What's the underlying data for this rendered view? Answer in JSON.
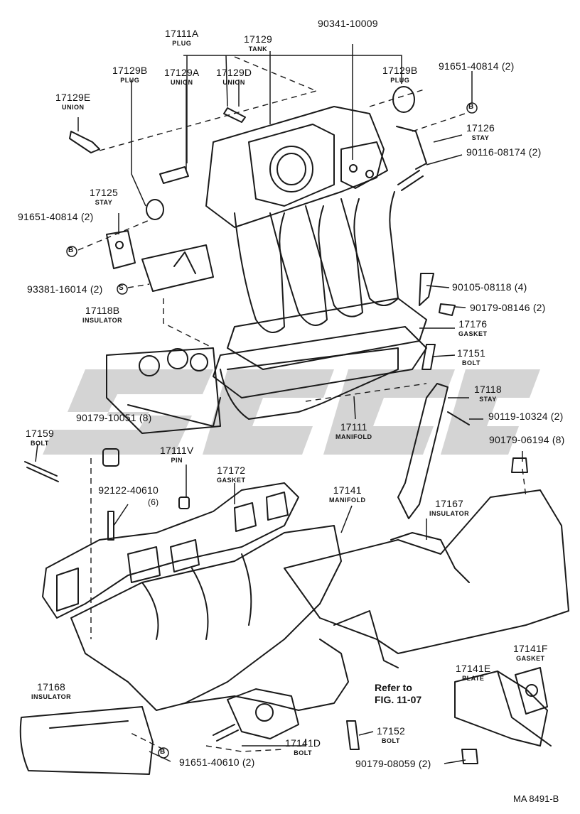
{
  "parts": {
    "p17111A": {
      "num": "17111A",
      "desc": "PLUG"
    },
    "p17129": {
      "num": "17129",
      "desc": "TANK"
    },
    "p90341": {
      "num": "90341-10009"
    },
    "p17129B_l": {
      "num": "17129B",
      "desc": "PLUG"
    },
    "p17129A": {
      "num": "17129A",
      "desc": "UNION"
    },
    "p17129D": {
      "num": "17129D",
      "desc": "UNION"
    },
    "p17129B_r": {
      "num": "17129B",
      "desc": "PLUG"
    },
    "p91651_top": {
      "num": "91651-40814 (2)"
    },
    "p17129E": {
      "num": "17129E",
      "desc": "UNION"
    },
    "p17126": {
      "num": "17126",
      "desc": "STAY"
    },
    "p90116": {
      "num": "90116-08174 (2)"
    },
    "p17125": {
      "num": "17125",
      "desc": "STAY"
    },
    "p91651_left": {
      "num": "91651-40814 (2)"
    },
    "p93381": {
      "num": "93381-16014 (2)"
    },
    "p17118B": {
      "num": "17118B",
      "desc": "INSULATOR"
    },
    "p90105": {
      "num": "90105-08118 (4)"
    },
    "p90179_08146": {
      "num": "90179-08146 (2)"
    },
    "p17176": {
      "num": "17176",
      "desc": "GASKET"
    },
    "p17151": {
      "num": "17151",
      "desc": "BOLT"
    },
    "p17118": {
      "num": "17118",
      "desc": "STAY"
    },
    "p90119": {
      "num": "90119-10324 (2)"
    },
    "p17111": {
      "num": "17111",
      "desc": "MANIFOLD"
    },
    "p90179_10051": {
      "num": "90179-10051 (8)"
    },
    "p17159": {
      "num": "17159",
      "desc": "BOLT"
    },
    "p90179_06194": {
      "num": "90179-06194 (8)"
    },
    "p17111V": {
      "num": "17111V",
      "desc": "PIN"
    },
    "p17172": {
      "num": "17172",
      "desc": "GASKET"
    },
    "p92122": {
      "num": "92122-40610",
      "qty": "(6)"
    },
    "p17141": {
      "num": "17141",
      "desc": "MANIFOLD"
    },
    "p17167": {
      "num": "17167",
      "desc": "INSULATOR"
    },
    "p17141F": {
      "num": "17141F",
      "desc": "GASKET"
    },
    "p17141E": {
      "num": "17141E",
      "desc": "PLATE"
    },
    "p17168": {
      "num": "17168",
      "desc": "INSULATOR"
    },
    "p17152": {
      "num": "17152",
      "desc": "BOLT"
    },
    "p17141D": {
      "num": "17141D",
      "desc": "BOLT"
    },
    "p91651_bot": {
      "num": "91651-40610 (2)"
    },
    "p90179_08059": {
      "num": "90179-08059 (2)"
    }
  },
  "markers": {
    "b": "B",
    "s": "S"
  },
  "reference": {
    "line1": "Refer to",
    "line2": "FIG. 11-07"
  },
  "diagram_code": "MA 8491-B",
  "watermark_color": "#cfcfcf",
  "line_color": "#1a1a1a"
}
